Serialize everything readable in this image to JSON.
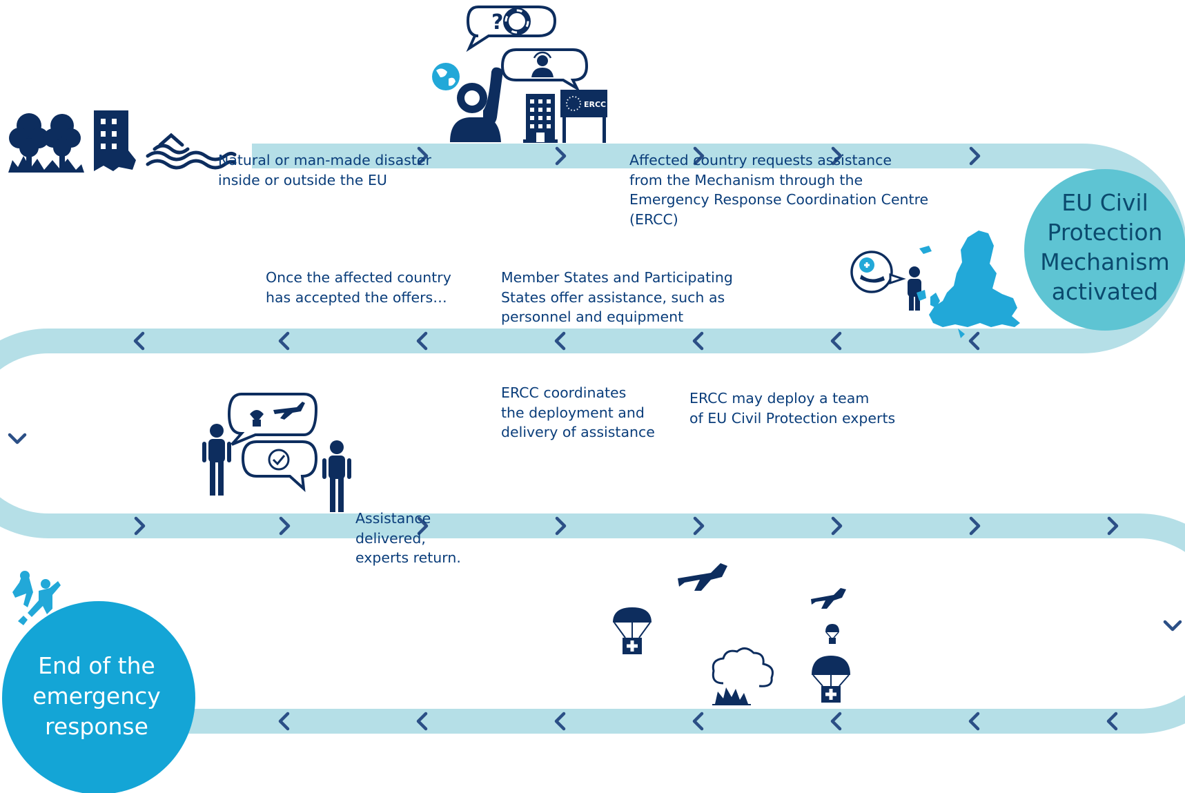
{
  "steps": {
    "disaster": "Natural or man-made disaster\ninside or outside the EU",
    "request": "Affected country requests assistance\nfrom the Mechanism through the\nEmergency Response Coordination Centre\n(ERCC)",
    "offer": "Member States and Participating\nStates offer assistance, such as\npersonnel and equipment",
    "accepted": "Once the affected country\nhas accepted the offers…",
    "coordinate": "ERCC coordinates\nthe deployment and\ndelivery of assistance",
    "deploy": "ERCC may deploy a team\nof EU Civil Protection experts",
    "delivered": "Assistance\ndelivered,\nexperts return."
  },
  "milestones": {
    "activated": "EU Civil\nProtection\nMechanism\nactivated",
    "end": "End of the\nemergency\nresponse"
  },
  "sign_text": "ERCC",
  "icons": {
    "disaster": [
      "forest-fire-icon",
      "damaged-building-icon",
      "flood-waves-icon"
    ],
    "request": [
      "question-speech-bubble-icon",
      "lifebuoy-icon",
      "globe-icon",
      "raised-hand-person-icon",
      "phone-operator-speech-bubble-icon",
      "office-building-icon",
      "ercc-sign-icon"
    ],
    "offer": [
      "aid-offer-speech-bubble-icon",
      "person-icon",
      "europe-map-icon"
    ],
    "accepted": [
      "two-people-conversation-icon",
      "airplane-parachute-speech-bubble-icon",
      "checkmark-speech-bubble-icon"
    ],
    "delivery": [
      "airplane-icon",
      "parachute-aid-box-icon",
      "smoke-fire-icon"
    ],
    "end": [
      "people-celebrating-icon"
    ]
  },
  "colors": {
    "path": "#b5dfe7",
    "chevron": "#2b4f86",
    "text": "#0a3d7a",
    "icon_navy": "#0d2d5e",
    "icon_cyan": "#22a8d8",
    "activated_circle": "#5ec4d3",
    "end_circle": "#14a5d6"
  }
}
